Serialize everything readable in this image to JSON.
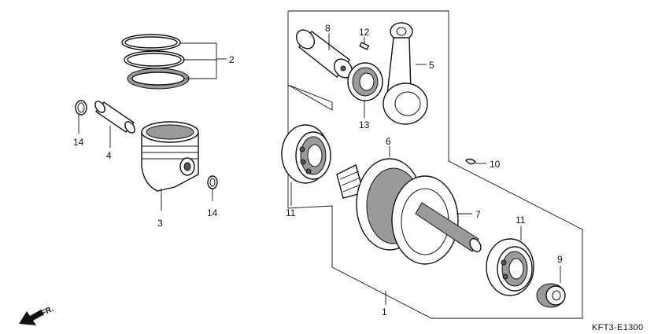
{
  "diagram": {
    "callouts": {
      "c1": "1",
      "c2": "2",
      "c3": "3",
      "c4": "4",
      "c5": "5",
      "c6": "6",
      "c7": "7",
      "c8": "8",
      "c9": "9",
      "c10": "10",
      "c11a": "11",
      "c11b": "11",
      "c12": "12",
      "c13": "13",
      "c14a": "14",
      "c14b": "14"
    },
    "direction_label": "FR.",
    "diagram_code": "KFT3-E1300"
  }
}
